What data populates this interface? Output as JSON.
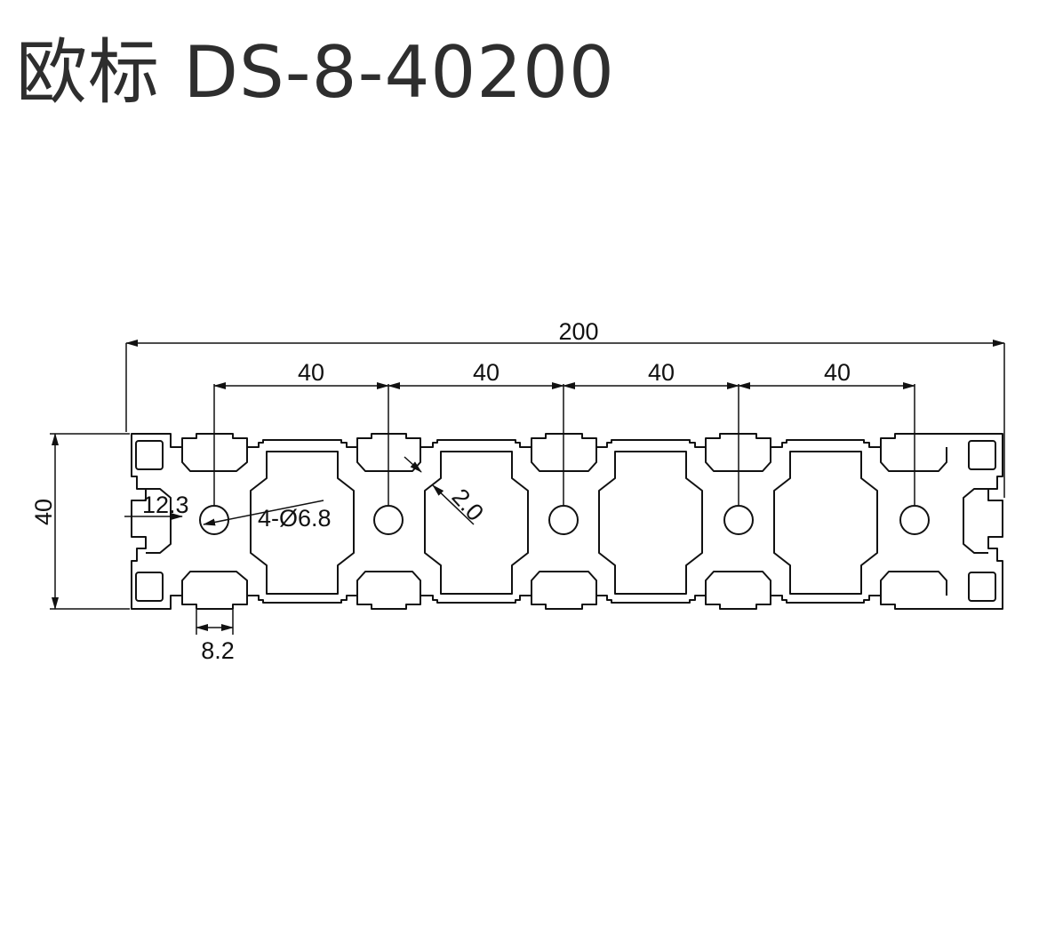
{
  "title": "欧标  DS-8-40200",
  "dimensions": {
    "overall_width": "200",
    "pitches": [
      "40",
      "40",
      "40",
      "40"
    ],
    "height": "40",
    "offset": "12.3",
    "holes": "4-Ø6.8",
    "wall": "2.0",
    "slot": "8.2"
  },
  "colors": {
    "line": "#111111",
    "title": "#2e2e2e"
  },
  "icons": [
    "arrowhead"
  ]
}
